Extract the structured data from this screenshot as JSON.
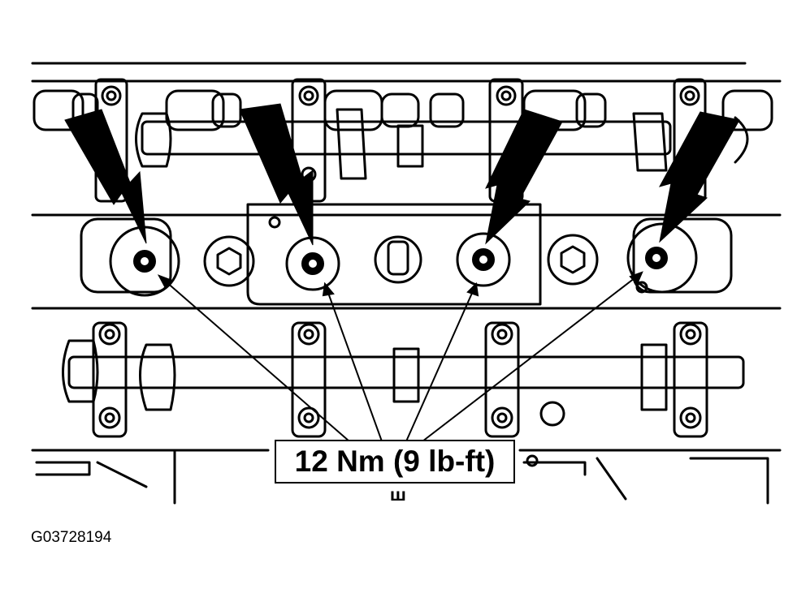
{
  "diagram": {
    "torque_spec": "12 Nm (9 lb-ft)",
    "figure_id": "G03728194",
    "front_mark": "Ш",
    "colors": {
      "ink": "#000000",
      "paper": "#ffffff"
    },
    "components": [
      "cylinder-head",
      "camshaft",
      "camshaft-bearing-cap",
      "bolt",
      "spark-plug-well",
      "indicator-arrow",
      "leader-line"
    ]
  }
}
